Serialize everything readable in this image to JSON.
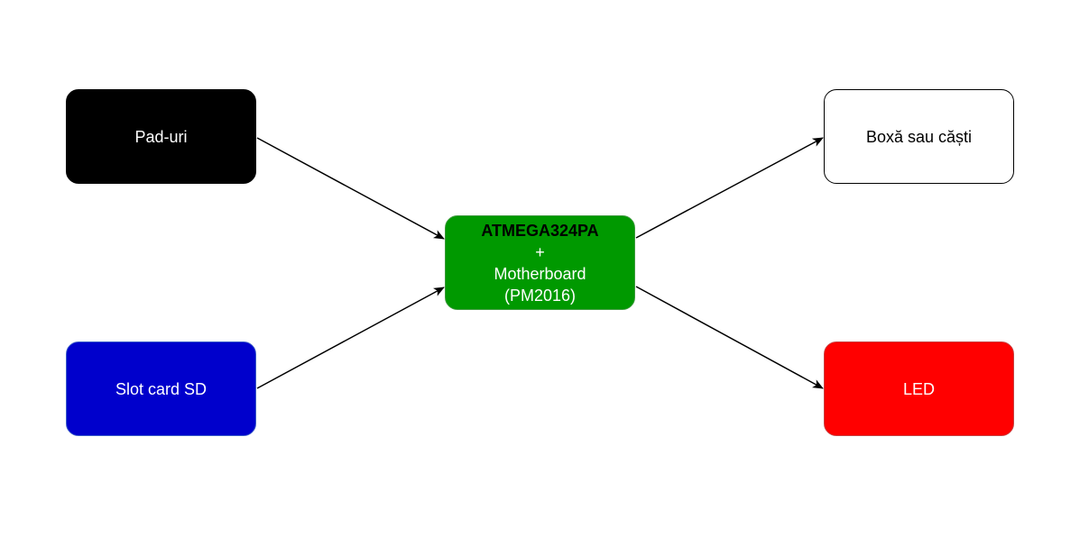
{
  "nodes": {
    "pads": {
      "label": "Pad-uri",
      "fill": "#000000",
      "text_color": "#ffffff"
    },
    "sd_slot": {
      "label": "Slot card SD",
      "fill": "#0000cc",
      "text_color": "#ffffff"
    },
    "mcu": {
      "line1": "ATMEGA324PA",
      "line2": "+",
      "line3": "Motherboard",
      "line4": "(PM2016)",
      "fill": "#009900",
      "text_color": "#ffffff",
      "title_color": "#000000"
    },
    "speaker": {
      "label": "Boxă sau căști",
      "fill": "#ffffff",
      "text_color": "#000000"
    },
    "led": {
      "label": "LED",
      "fill": "#ff0000",
      "text_color": "#ffffff"
    }
  },
  "edges": [
    {
      "from": "pads",
      "to": "mcu"
    },
    {
      "from": "sd_slot",
      "to": "mcu"
    },
    {
      "from": "mcu",
      "to": "speaker"
    },
    {
      "from": "mcu",
      "to": "led"
    }
  ],
  "edge_color": "#000000"
}
